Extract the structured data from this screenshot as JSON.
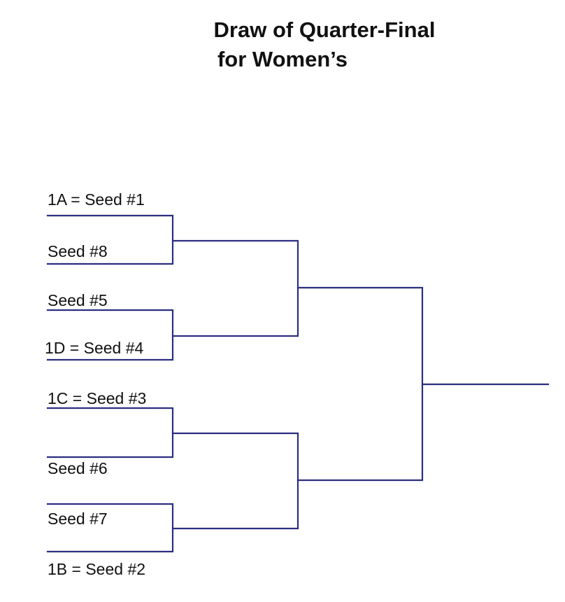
{
  "title": {
    "line1": "Draw of Quarter-Final",
    "line2": "for Women’s"
  },
  "colors": {
    "bracket_line": "#2b2f80",
    "text": "#111111",
    "background": "#ffffff"
  },
  "seeds": [
    "1A = Seed #1",
    "Seed #8",
    "Seed #5",
    "1D = Seed #4",
    "1C = Seed #3",
    "Seed #6",
    "Seed #7",
    "1B = Seed #2"
  ]
}
